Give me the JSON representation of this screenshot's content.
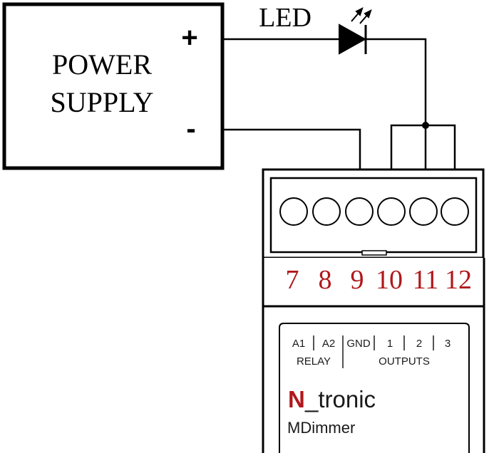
{
  "power_supply": {
    "line1": "POWER",
    "line2": "SUPPLY",
    "plus": "+",
    "minus": "-"
  },
  "led": {
    "label": "LED"
  },
  "module": {
    "terminal_numbers": [
      "7",
      "8",
      "9",
      "10",
      "11",
      "12"
    ],
    "relay_pins": [
      "A1",
      "A2"
    ],
    "relay_label": "RELAY",
    "gnd_label": "GND",
    "output_pins": [
      "1",
      "2",
      "3"
    ],
    "outputs_label": "OUTPUTS",
    "brand_mark": "N",
    "brand_rest": "_tronic",
    "model": "MDimmer"
  },
  "colors": {
    "line": "#000000",
    "terminal_number": "#b0181c",
    "brand_mark": "#b0181c",
    "text": "#1a1a1a"
  }
}
